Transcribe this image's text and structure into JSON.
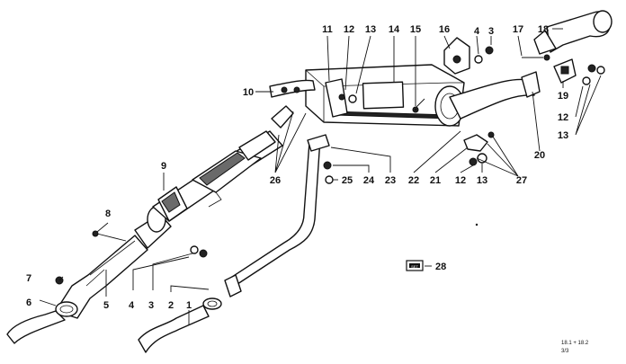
{
  "diagram": {
    "callouts": [
      {
        "id": "c1",
        "text": "1"
      },
      {
        "id": "c2",
        "text": "2"
      },
      {
        "id": "c3a",
        "text": "3"
      },
      {
        "id": "c3b",
        "text": "3"
      },
      {
        "id": "c4a",
        "text": "4"
      },
      {
        "id": "c4b",
        "text": "4"
      },
      {
        "id": "c5",
        "text": "5"
      },
      {
        "id": "c6",
        "text": "6"
      },
      {
        "id": "c7",
        "text": "7"
      },
      {
        "id": "c8",
        "text": "8"
      },
      {
        "id": "c9",
        "text": "9"
      },
      {
        "id": "c10",
        "text": "10"
      },
      {
        "id": "c11",
        "text": "11"
      },
      {
        "id": "c12a",
        "text": "12"
      },
      {
        "id": "c12b",
        "text": "12"
      },
      {
        "id": "c12c",
        "text": "12"
      },
      {
        "id": "c13a",
        "text": "13"
      },
      {
        "id": "c13b",
        "text": "13"
      },
      {
        "id": "c13c",
        "text": "13"
      },
      {
        "id": "c14",
        "text": "14"
      },
      {
        "id": "c15",
        "text": "15"
      },
      {
        "id": "c16",
        "text": "16"
      },
      {
        "id": "c17",
        "text": "17"
      },
      {
        "id": "c18",
        "text": "18"
      },
      {
        "id": "c19",
        "text": "19"
      },
      {
        "id": "c20",
        "text": "20"
      },
      {
        "id": "c21",
        "text": "21"
      },
      {
        "id": "c22",
        "text": "22"
      },
      {
        "id": "c23",
        "text": "23"
      },
      {
        "id": "c24",
        "text": "24"
      },
      {
        "id": "c25",
        "text": "25"
      },
      {
        "id": "c26",
        "text": "26"
      },
      {
        "id": "c27",
        "text": "27"
      },
      {
        "id": "c28",
        "text": "28"
      }
    ],
    "kit_symbol_label": "SET",
    "footer": {
      "line1": "18.1 + 18.2",
      "line2": "3/3"
    }
  }
}
